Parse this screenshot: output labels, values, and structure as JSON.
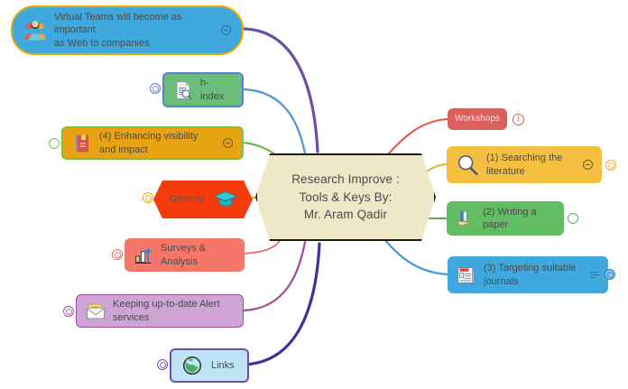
{
  "app": {
    "type": "mind-map",
    "background": "#ffffff"
  },
  "central": {
    "text": "Research Improve :\nTools & Keys By:\nMr. Aram Qadir",
    "fill": "#eee8c8",
    "stroke": "#1b1b1b",
    "shape": "hexagon"
  },
  "left_branches": [
    {
      "id": "virtual-teams",
      "label": "Virtual Teams will become as important\nas Web to companies",
      "icon": "people-group-icon",
      "fill": "#3fa9dd",
      "border": "#f2a900",
      "shape": "pill",
      "connector": "#6b4fa8",
      "toggle": {
        "type": "collapse",
        "symbol": "⊖",
        "color": "#2f6f95"
      }
    },
    {
      "id": "h-index",
      "label": "h-index",
      "icon": "document-search-icon",
      "fill": "#6cbd7a",
      "border": "#5a7fd4",
      "shape": "rounded",
      "connector": "#5b9bd5",
      "badge": {
        "type": "link-dot",
        "color": "#5a7fd4"
      }
    },
    {
      "id": "enhancing-visibility",
      "label": "(4) Enhancing visibility and impact",
      "icon": "red-notebook-icon",
      "fill": "#e8a313",
      "border": "#78c043",
      "shape": "rounded",
      "connector": "#63b33b",
      "toggle": {
        "type": "collapse",
        "symbol": "⊖",
        "color": "#6f5a1a"
      },
      "badge": {
        "type": "expand-dot",
        "color": "#78c043"
      }
    },
    {
      "id": "general",
      "label": "General",
      "icon": "graduation-cap-icon",
      "fill": "#f63c0d",
      "border": "#f63c0d",
      "shape": "hexagon",
      "connector": "#f2a900",
      "badge": {
        "type": "expand-dot",
        "color": "#f2a900"
      }
    },
    {
      "id": "surveys-analysis",
      "label": "Surveys & Analysis",
      "icon": "bar-chart-icon",
      "fill": "#f4776a",
      "border": "#f4776a",
      "shape": "rounded",
      "connector": "#e8635a",
      "badge": {
        "type": "expand-dot",
        "color": "#e8635a"
      }
    },
    {
      "id": "alert-services",
      "label": "Keeping up-to-date  Alert services",
      "icon": "envelope-icon",
      "fill": "#cda4d4",
      "border": "#9c4f9c",
      "shape": "rounded",
      "connector": "#a4519d",
      "badge": {
        "type": "expand-dot",
        "color": "#a4519d"
      }
    },
    {
      "id": "links",
      "label": "Links",
      "icon": "globe-icon",
      "fill": "#bfe4f6",
      "border": "#6b4fa8",
      "shape": "rounded",
      "connector": "#3b3599",
      "badge": {
        "type": "link-dot",
        "color": "#6b4fa8"
      }
    }
  ],
  "right_branches": [
    {
      "id": "workshops",
      "label": "Workshops",
      "icon": null,
      "fill": "#d9605c",
      "border": "#d9605c",
      "shape": "rounded",
      "connector": "#e8534a",
      "badge": {
        "type": "count",
        "value": "1",
        "color": "#d9605c"
      }
    },
    {
      "id": "searching-literature",
      "label": "(1) Searching the literature",
      "icon": "magnifier-icon",
      "fill": "#f5bf42",
      "border": "#f5bf42",
      "shape": "rounded",
      "connector": "#f0a93b",
      "toggle": {
        "type": "collapse",
        "symbol": "⊖",
        "color": "#7a5f12"
      },
      "badge": {
        "type": "expand-dot",
        "color": "#f0a93b"
      }
    },
    {
      "id": "writing-paper",
      "label": "(2) Writing a paper",
      "icon": "books-icon",
      "fill": "#63bd63",
      "border": "#63bd63",
      "shape": "rounded",
      "connector": "#5aad5a",
      "badge": {
        "type": "expand-dot",
        "color": "#5aad5a"
      }
    },
    {
      "id": "targeting-journals",
      "label": "(3) Targeting suitable journals",
      "icon": "newspaper-icon",
      "fill": "#3fa9dd",
      "border": "#3fa9dd",
      "shape": "rounded",
      "connector": "#4a9ed8",
      "notes_icon": "notes-lines-icon",
      "badge": {
        "type": "link-dot",
        "color": "#3fa9dd"
      }
    }
  ]
}
